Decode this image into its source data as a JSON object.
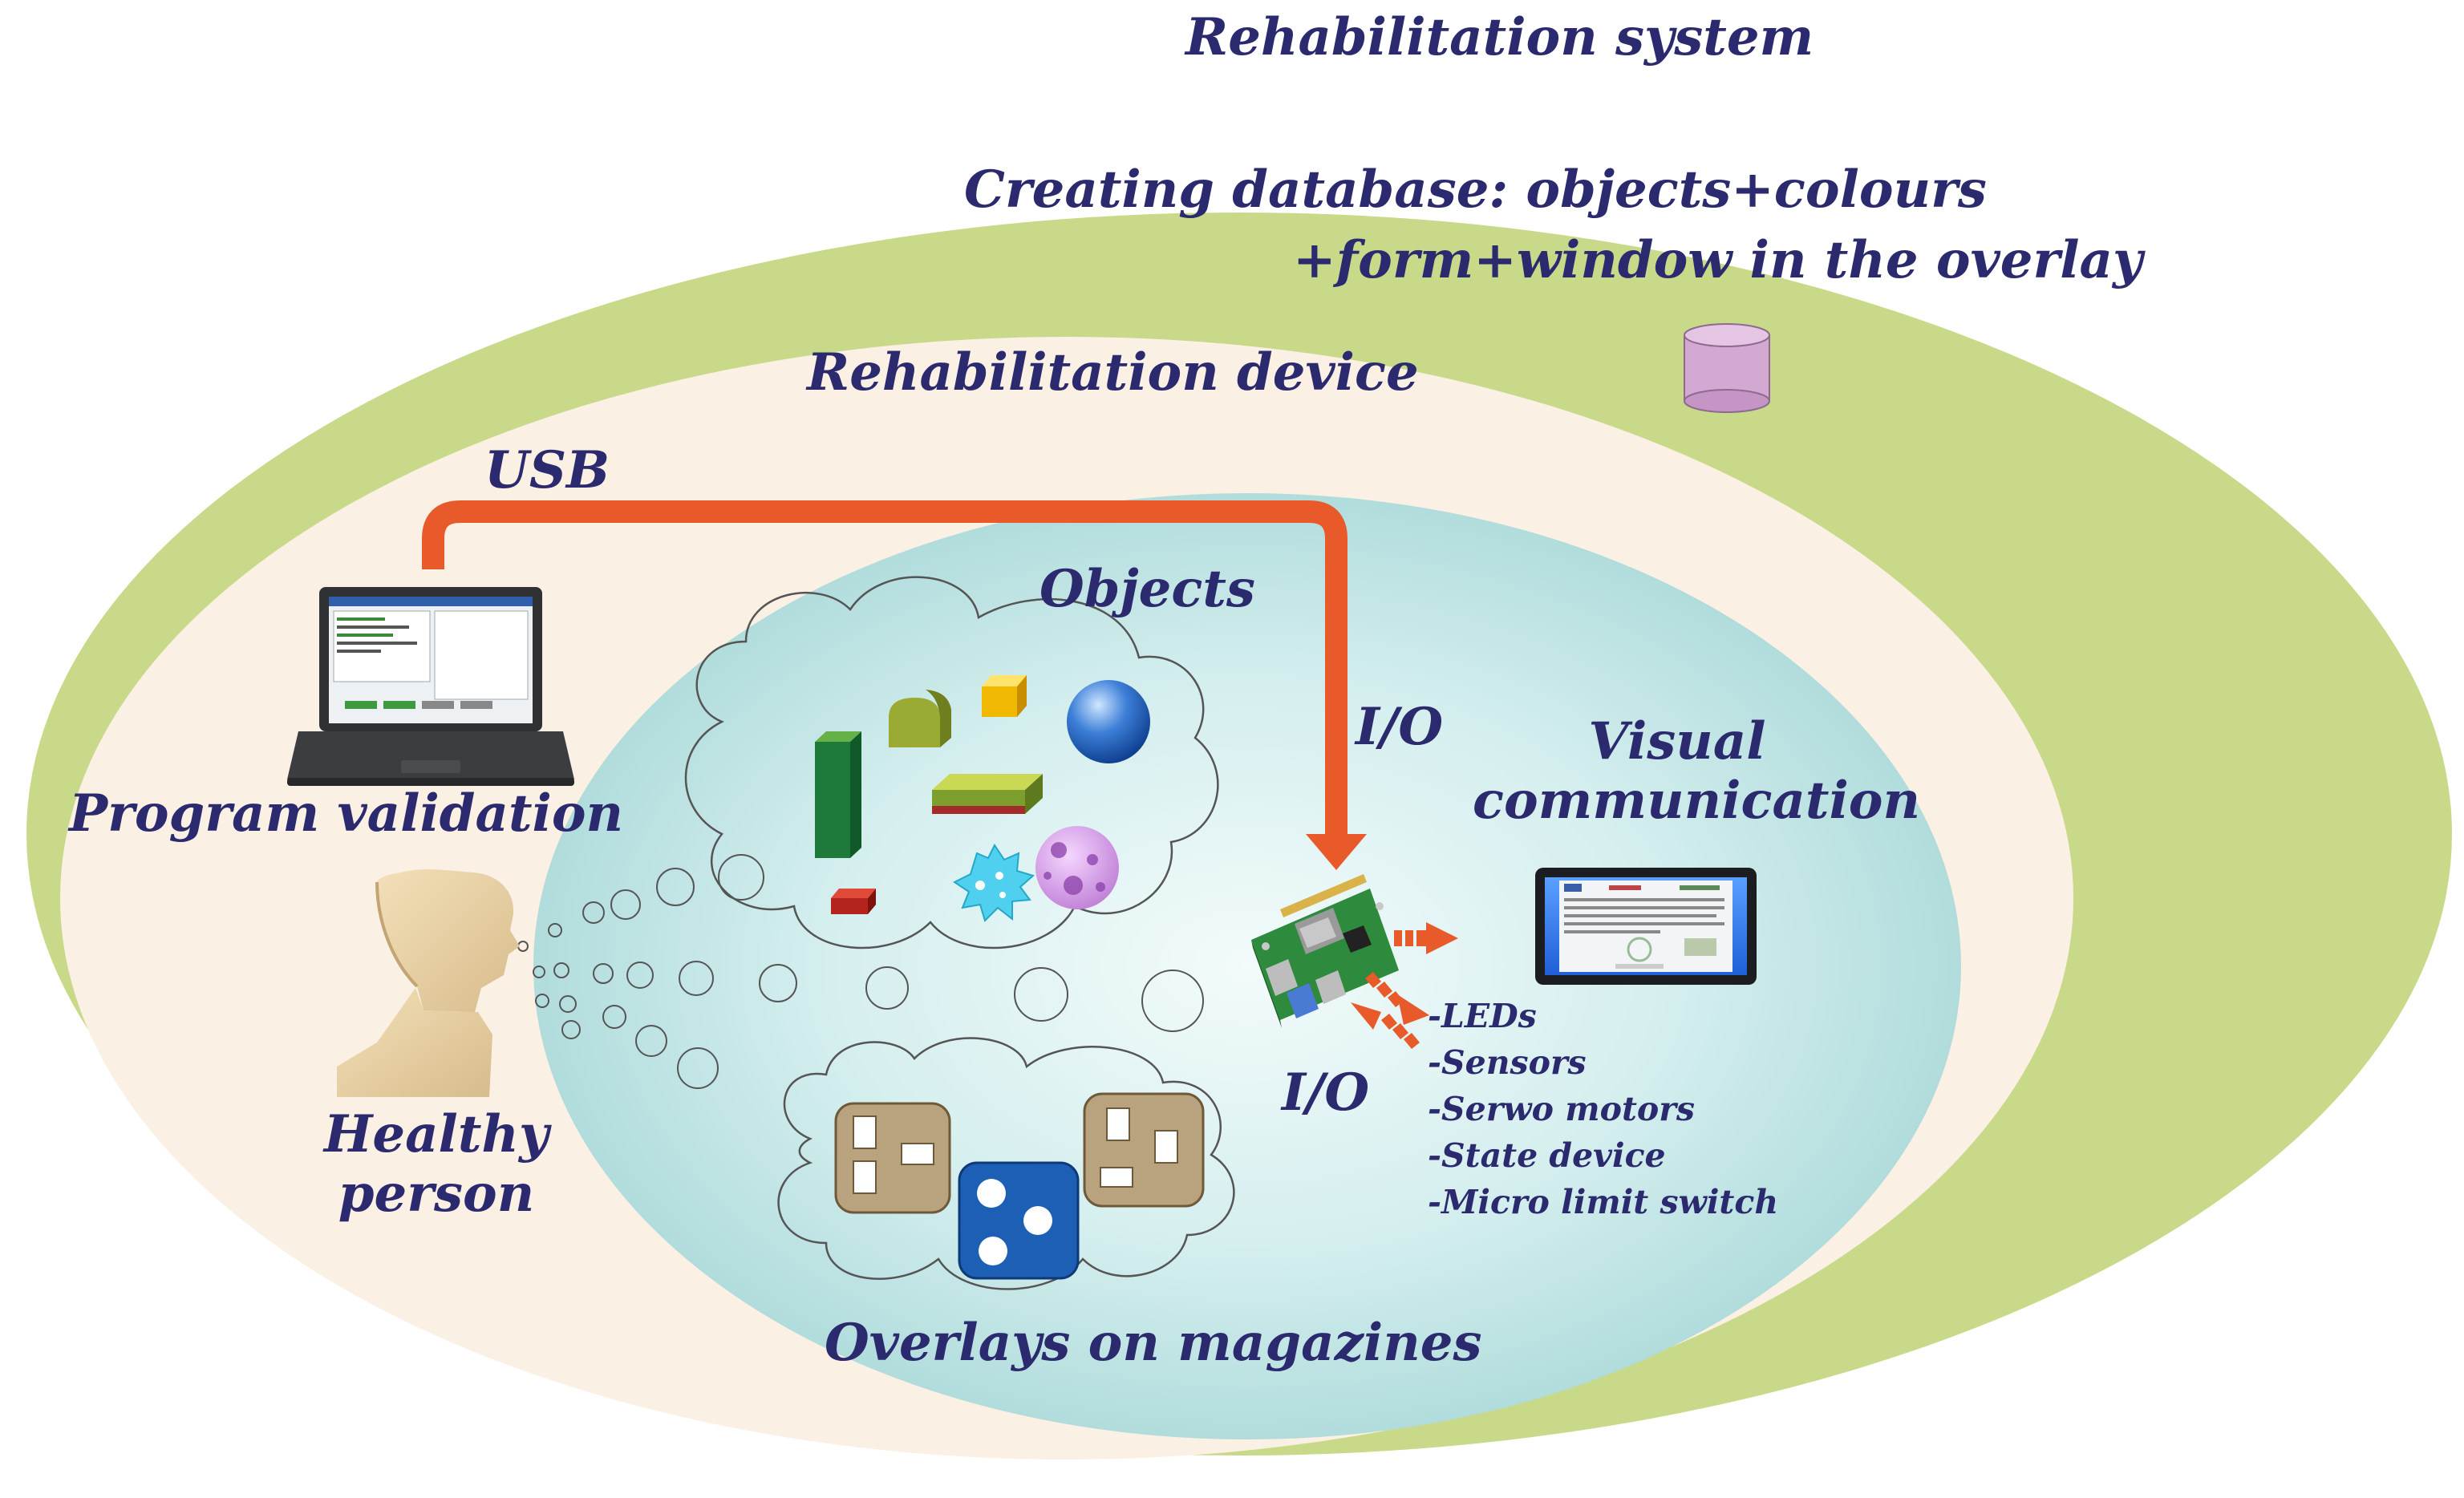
{
  "labels": {
    "system": "Rehabilitation system",
    "database_line1": "Creating database: objects+colours",
    "database_line2": "+form+window in the overlay",
    "device": "Rehabilitation device",
    "usb": "USB",
    "objects": "Objects",
    "io_top": "I/O",
    "io_bottom": "I/O",
    "visual_line1": "Visual",
    "visual_line2": "communication",
    "program_validation": "Program validation",
    "healthy_line1": "Healthy",
    "healthy_line2": "person",
    "overlays": "Overlays on magazines"
  },
  "peripherals": [
    "-LEDs",
    "-Sensors",
    "-Serwo motors",
    "-State device",
    "-Micro limit switch"
  ],
  "colors": {
    "outer_ellipse": "#c8d98a",
    "device_ellipse": "#fbf0e4",
    "inner_ellipse": "#b4dedd",
    "arrow": "#e85a2a",
    "text": "#2b2a6e",
    "database": "#d3a9d3"
  },
  "icons": [
    "database-icon",
    "laptop-icon",
    "head-icon",
    "raspberry-pi-board-icon",
    "tablet-display-icon"
  ]
}
